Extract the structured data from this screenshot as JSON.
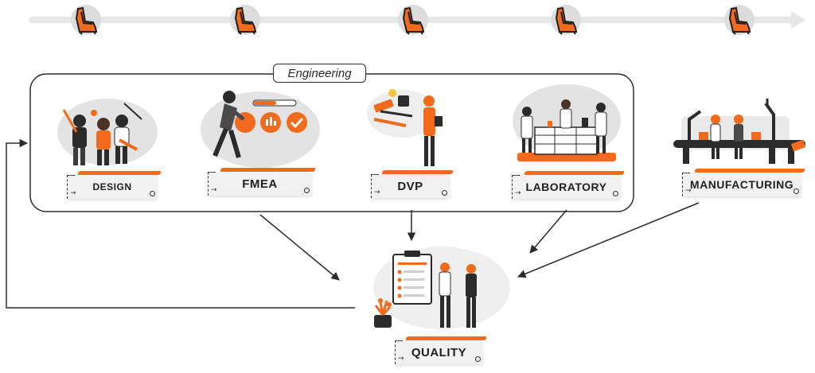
{
  "diagram": {
    "group_label": "Engineering",
    "stages": [
      {
        "id": "design",
        "label": "DESIGN"
      },
      {
        "id": "fmea",
        "label": "FMEA"
      },
      {
        "id": "dvp",
        "label": "DVP"
      },
      {
        "id": "laboratory",
        "label": "LABORATORY"
      },
      {
        "id": "manufacturing",
        "label": "MANUFACTURING"
      },
      {
        "id": "quality",
        "label": "QUALITY"
      }
    ],
    "timeline_milestones": 5,
    "colors": {
      "accent": "#f26a1b",
      "dark": "#2b2b2b",
      "grey": "#e1e1e1",
      "timeline": "#e6e6e6"
    }
  }
}
